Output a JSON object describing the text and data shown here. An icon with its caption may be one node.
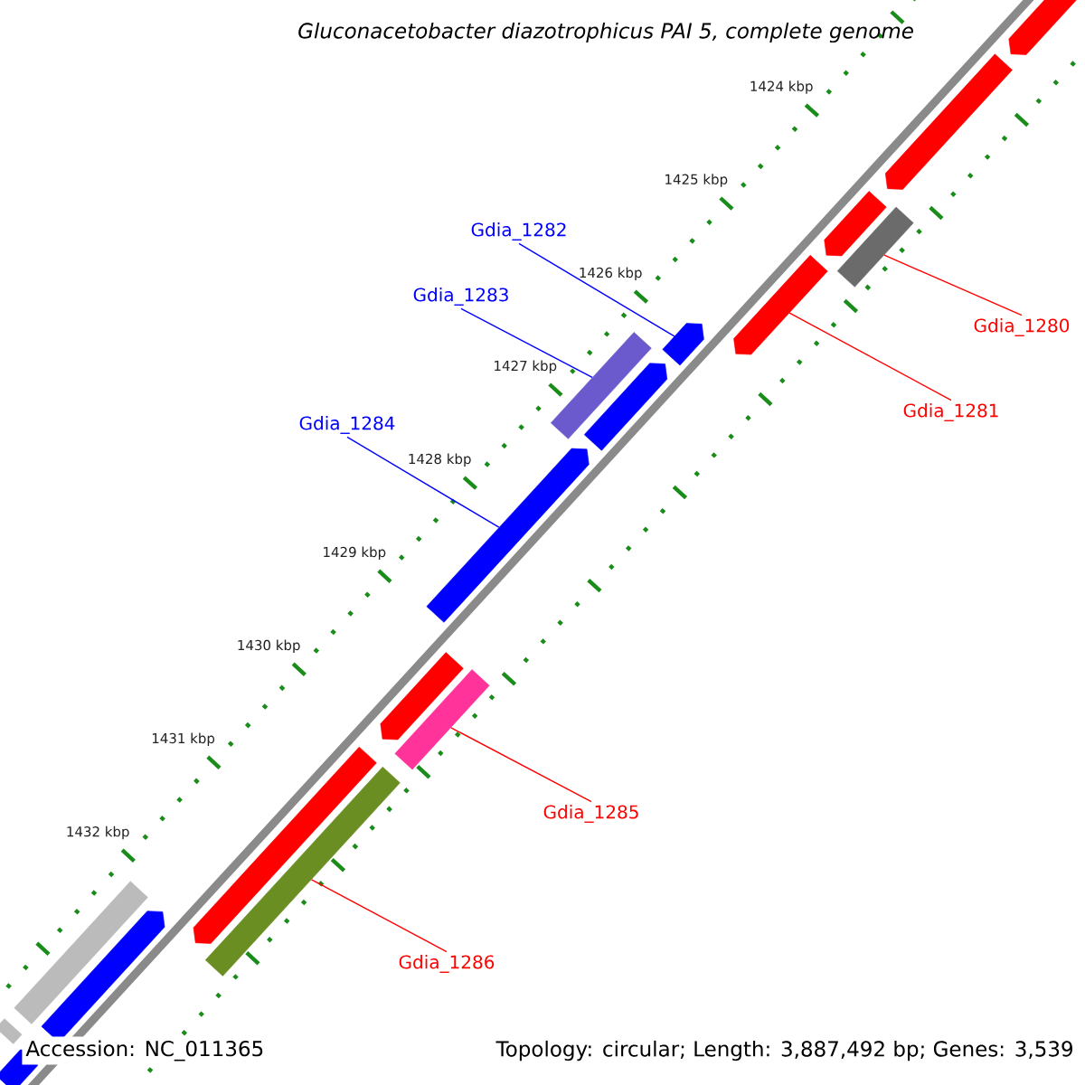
{
  "diagram": {
    "title": "Gluconacetobacter diazotrophicus PAI 5, complete genome",
    "nodes": [
      {
        "text": [
          "Gdia_1282"
        ]
      },
      {
        "text": [
          "Gdia_1283"
        ]
      },
      {
        "text": [
          "Gdia_1284"
        ]
      },
      {
        "text": [
          "Gdia_1280"
        ]
      },
      {
        "text": [
          "Gdia_1281"
        ]
      },
      {
        "text": [
          "Gdia_1285"
        ]
      },
      {
        "text": [
          "Gdia_1286"
        ]
      },
      {
        "text": [],
        "shape": "pentagon"
      },
      {
        "text": [],
        "shape": "pentagon"
      },
      {
        "text": [],
        "shape": "box"
      },
      {
        "text": [],
        "shape": "pentagon"
      },
      {
        "text": [],
        "shape": "pentagon"
      },
      {
        "text": [],
        "shape": "pentagon"
      },
      {
        "text": [],
        "shape": "box"
      },
      {
        "text": [],
        "shape": "pentagon"
      },
      {
        "text": [],
        "shape": "pentagon"
      },
      {
        "text": [],
        "shape": "pentagon"
      },
      {
        "text": [],
        "shape": "box"
      },
      {
        "text": [],
        "shape": "pentagon"
      },
      {
        "text": [],
        "shape": "box"
      },
      {
        "text": [],
        "shape": "box"
      },
      {
        "text": [],
        "shape": "pentagon"
      },
      {
        "text": [],
        "shape": "box"
      },
      {
        "text": [],
        "shape": "pentagon"
      }
    ],
    "edges": [
      {
        "from": 0,
        "to": 12,
        "arrow": "none",
        "color": "#0000ff"
      },
      {
        "from": 1,
        "to": 13,
        "arrow": "none",
        "color": "#0000ff"
      },
      {
        "from": 2,
        "to": 15,
        "arrow": "none",
        "color": "#0000ff"
      },
      {
        "from": 3,
        "to": 9,
        "arrow": "none",
        "color": "#ff0000"
      },
      {
        "from": 4,
        "to": 11,
        "arrow": "none",
        "color": "#ff0000"
      },
      {
        "from": 5,
        "to": 17,
        "arrow": "none",
        "color": "#ff0000"
      },
      {
        "from": 6,
        "to": 19,
        "arrow": "none",
        "color": "#ff0000"
      }
    ],
    "labels": [
      "1424 kbp",
      "1425 kbp",
      "1426 kbp",
      "1427 kbp",
      "1428 kbp",
      "1429 kbp",
      "1430 kbp",
      "1431 kbp",
      "1432 kbp",
      "Accession: NC_011365",
      "Topology: circular; Length: 3,887,492 bp; Genes: 3,539"
    ]
  }
}
